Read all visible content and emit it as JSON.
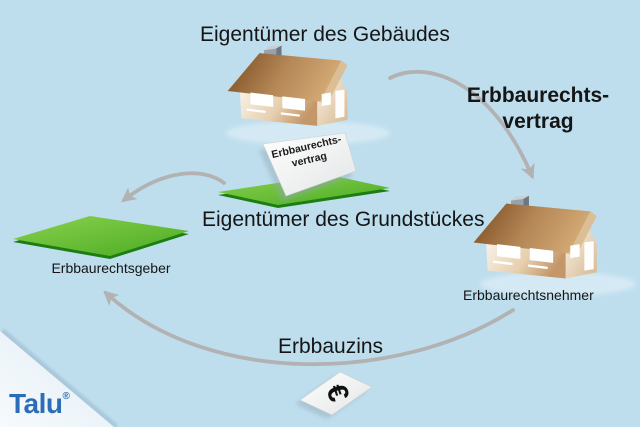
{
  "canvas": {
    "background": "#BEDEEE"
  },
  "logo": {
    "text": "Talu",
    "registered": "®",
    "color": "#2B6DB6"
  },
  "labels": {
    "building_owner": "Eigentümer des Gebäudes",
    "land_owner": "Eigentümer des Grundstückes",
    "contract_line1": "Erbbaurechts-",
    "contract_line2": "vertrag",
    "lease_grantor": "Erbbaurechtsgeber",
    "leaseholder": "Erbbaurechtsnehmer",
    "ground_rent": "Erbbauzins"
  },
  "contract_paper": {
    "line1": "Erbbaurechts-",
    "line2": "vertrag"
  },
  "money_paper": {
    "symbol": "€"
  },
  "colors": {
    "background": "#BEDEEE",
    "plot_green": "#5CBA2E",
    "plot_green_dark": "#1C7E12",
    "arrow_gray": "#B2B2B2",
    "roof_brown": "#7A4A1E",
    "wall_cream": "#EFDFC9",
    "paper_white": "#FFFFFF",
    "logo_blue": "#2B6DB6",
    "corner_triangle": "#E9F3FA"
  }
}
